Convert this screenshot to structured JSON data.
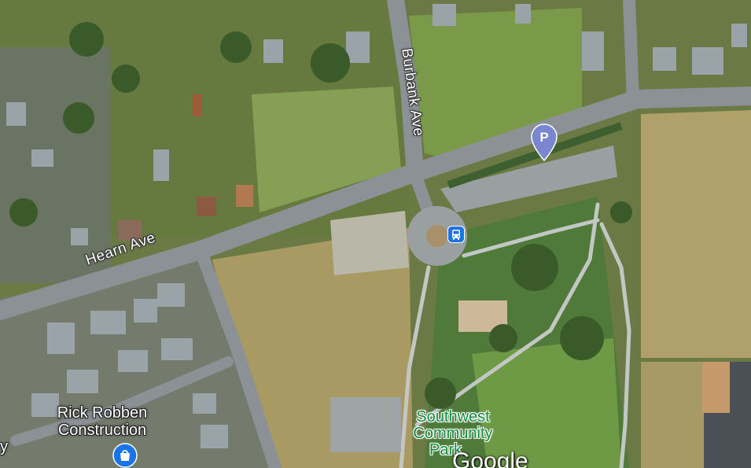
{
  "roads": {
    "hearn": "Hearn Ave",
    "burbank": "Burbank Ave"
  },
  "places": {
    "business_line1": "Rick Robben",
    "business_line2": "Construction",
    "park_line1": "Southwest",
    "park_line2": "Community",
    "park_line3": "Park"
  },
  "markers": {
    "parking_glyph": "P",
    "parking_color": "#7b86d0",
    "transit_color": "#1a73e8",
    "shopping_color": "#1a73e8"
  },
  "edge_text": "y",
  "watermark": "Google"
}
